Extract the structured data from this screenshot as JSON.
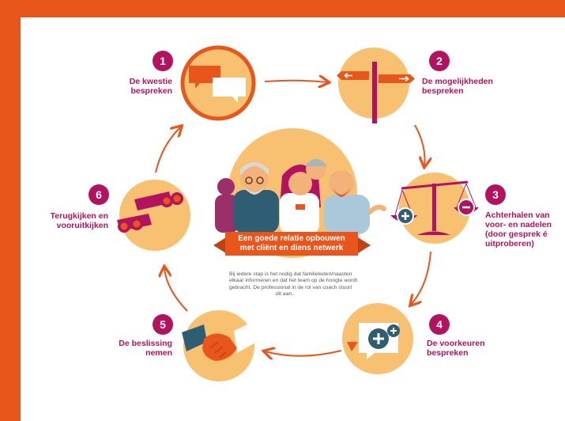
{
  "colors": {
    "frame": "#e8561b",
    "circle": "#f8c071",
    "accent": "#b3125f",
    "arrow": "#e8561b",
    "badge_text": "#ffffff"
  },
  "center": {
    "banner_lines": [
      "Een goede relatie opbouwen",
      "met cliënt en diens netwerk"
    ],
    "note_lines": [
      "Bij iedere stap is het nodig dat familieleden/naasten",
      "elkaar informeren en dat het team op de hoogte wordt",
      "gebracht. De professional in de rol van coach stuurt",
      "dit aan."
    ]
  },
  "steps": [
    {
      "number": "1",
      "label_lines": [
        "De kwestie",
        "bespreken"
      ],
      "icon": "speech-bubbles-icon"
    },
    {
      "number": "2",
      "label_lines": [
        "De mogelijkheden",
        "bespreken"
      ],
      "icon": "signpost-icon"
    },
    {
      "number": "3",
      "label_lines": [
        "Achterhalen van",
        "voor- en nadelen",
        "(door gesprek é",
        "uitproberen)"
      ],
      "icon": "balance-scale-icon"
    },
    {
      "number": "4",
      "label_lines": [
        "De voorkeuren",
        "bespreken"
      ],
      "icon": "plus-bubble-icon"
    },
    {
      "number": "5",
      "label_lines": [
        "De beslissing",
        "nemen"
      ],
      "icon": "handshake-icon"
    },
    {
      "number": "6",
      "label_lines": [
        "Terugkijken en",
        "vooruitkijken"
      ],
      "icon": "binoculars-icon"
    }
  ]
}
